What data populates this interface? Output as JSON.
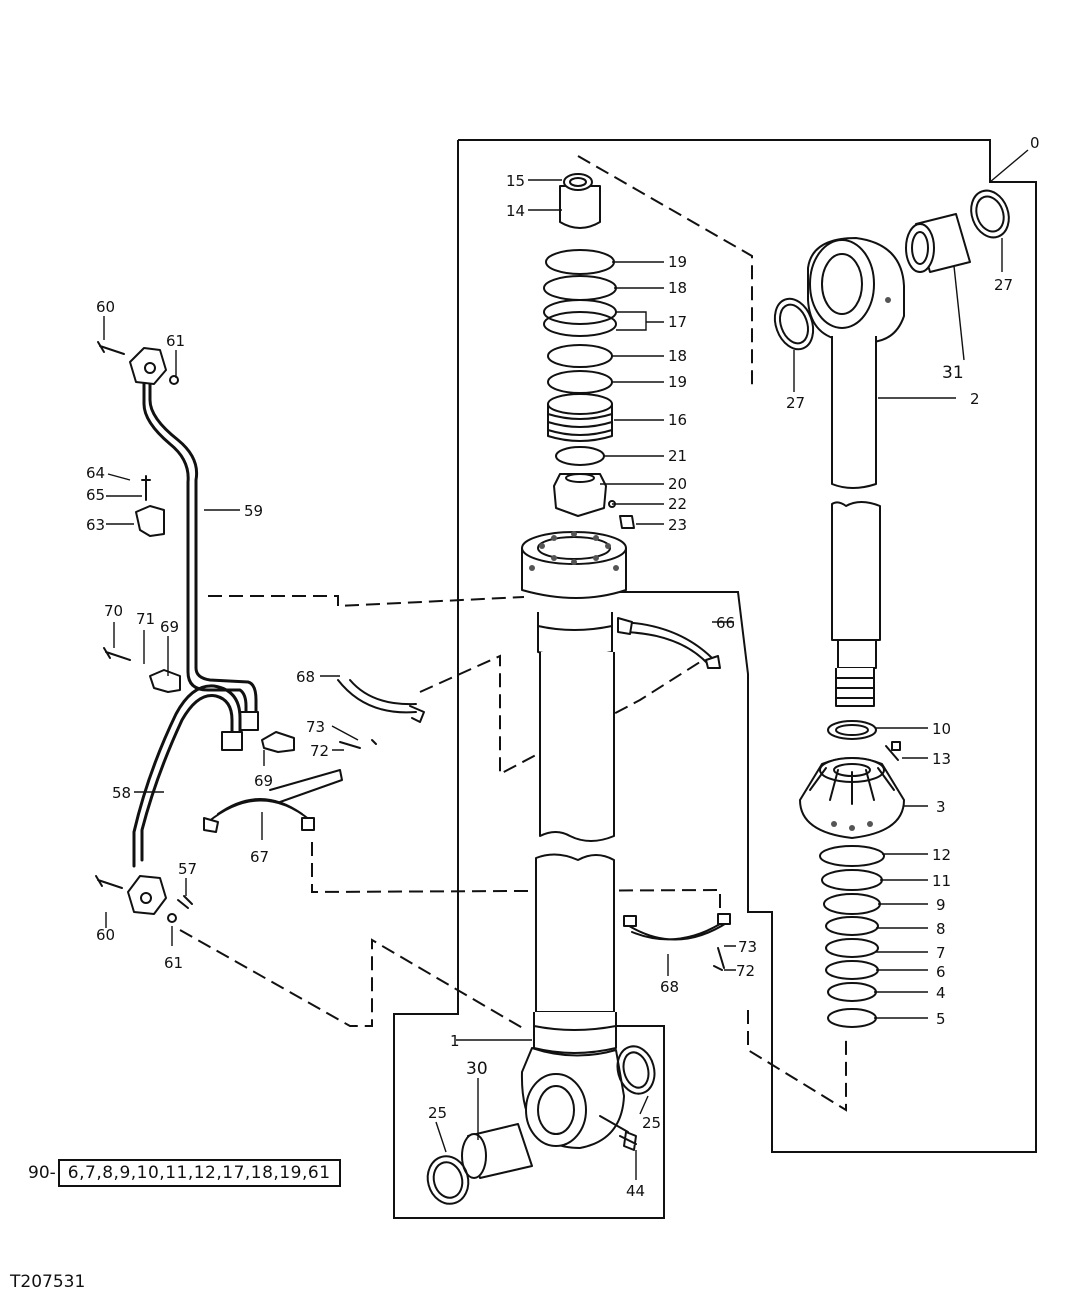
{
  "figure_id": "T207531",
  "kit": {
    "ref": "90-",
    "items": "6,7,8,9,10,11,12,17,18,19,61"
  },
  "callouts": {
    "c0": "0",
    "c1": "1",
    "c2": "2",
    "c3": "3",
    "c4": "4",
    "c5": "5",
    "c6": "6",
    "c7": "7",
    "c8": "8",
    "c9": "9",
    "c10": "10",
    "c11": "11",
    "c12": "12",
    "c13": "13",
    "c14": "14",
    "c15": "15",
    "c16": "16",
    "c17": "17",
    "c18a": "18",
    "c18b": "18",
    "c19a": "19",
    "c19b": "19",
    "c20": "20",
    "c21": "21",
    "c22": "22",
    "c23": "23",
    "c25a": "25",
    "c25b": "25",
    "c27a": "27",
    "c27b": "27",
    "c30": "30",
    "c31": "31",
    "c44": "44",
    "c57": "57",
    "c58": "58",
    "c59": "59",
    "c60a": "60",
    "c60b": "60",
    "c61a": "61",
    "c61b": "61",
    "c63": "63",
    "c64": "64",
    "c65": "65",
    "c66": "66",
    "c67": "67",
    "c68a": "68",
    "c68b": "68",
    "c69a": "69",
    "c69b": "69",
    "c70": "70",
    "c71": "71",
    "c72a": "72",
    "c72b": "72",
    "c73a": "73",
    "c73b": "73"
  }
}
